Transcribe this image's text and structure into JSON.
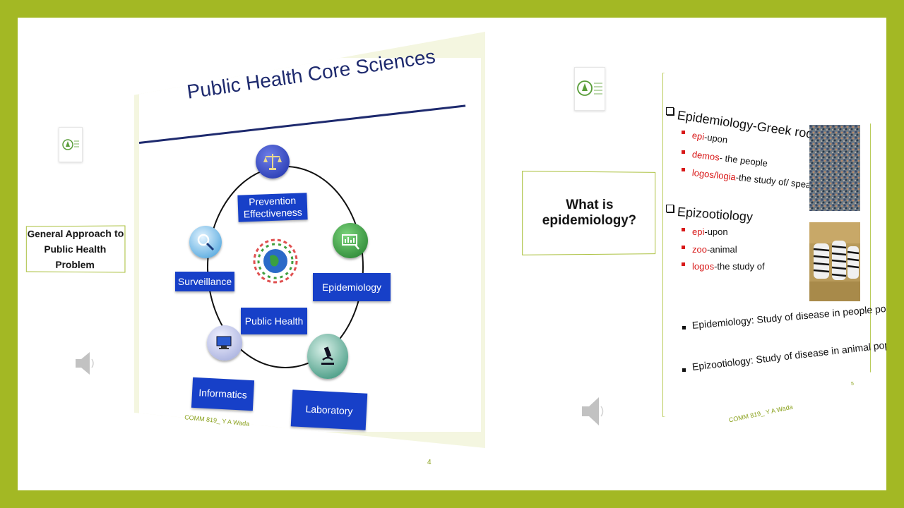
{
  "left_callout": {
    "text_line1": "General Approach to",
    "text_line2": "Public Health Problem"
  },
  "right_callout": {
    "text": "What is epidemiology?"
  },
  "slide_left": {
    "title": "Public Health Core Sciences",
    "center_label": "Public Health",
    "nodes": {
      "prevention_line1": "Prevention",
      "prevention_line2": "Effectiveness",
      "epidemiology": "Epidemiology",
      "laboratory": "Laboratory",
      "informatics": "Informatics",
      "surveillance": "Surveillance"
    },
    "footer": "COMM 819_ Y A Wada",
    "page_number": "4"
  },
  "slide_right": {
    "heading1": "Epidemiology-Greek roots",
    "roots1": [
      {
        "term": "epi",
        "meaning": "-upon"
      },
      {
        "term": "demos",
        "meaning": "- the people"
      },
      {
        "term": "logos/logia",
        "meaning": "-the study of/ speaking of"
      }
    ],
    "heading2": "Epizootiology",
    "roots2": [
      {
        "term": "epi",
        "meaning": "-upon"
      },
      {
        "term": "zoo",
        "meaning": "-animal"
      },
      {
        "term": "logos",
        "meaning": "-the study of"
      }
    ],
    "def1": "Epidemiology: Study of disease in people population",
    "def2": "Epizootiology: Study of disease in animal population",
    "footer": "COMM 819_ Y A Wada",
    "page_number": "5"
  },
  "colors": {
    "frame": "#a3b824",
    "navy": "#1e2a6e",
    "label_blue": "#1740c8",
    "accent_red": "#d81818"
  },
  "icons": [
    "logo-icon",
    "speaker-icon",
    "scales-icon",
    "magnifier-icon",
    "microscope-icon",
    "globe-icon",
    "monitor-chart-icon",
    "computer-icon"
  ]
}
